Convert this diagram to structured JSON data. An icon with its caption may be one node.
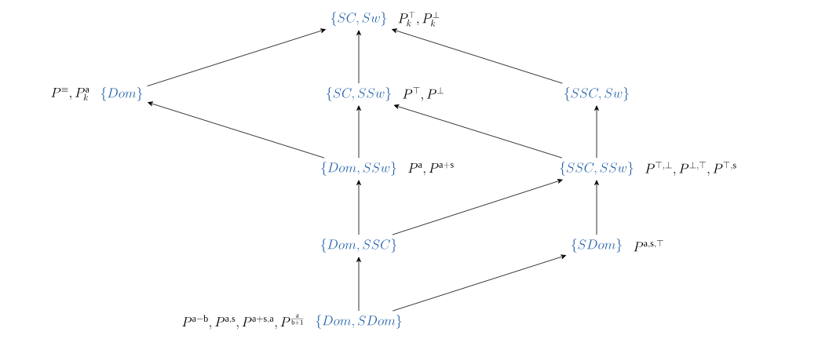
{
  "diagram": {
    "nodes": [
      {
        "text": [
          "\\{SC, Sw\\}"
        ],
        "beside": [
          "P_k^{\\top}, P_k^{\\bot}"
        ]
      },
      {
        "text": [
          "\\{Dom\\}"
        ],
        "beside": [
          "P^{\\equiv}, P_k^{\\mathrm{a}}"
        ]
      },
      {
        "text": [
          "\\{SC, SSw\\}"
        ],
        "beside": [
          "P^{\\top}, P^{\\bot}"
        ]
      },
      {
        "text": [
          "\\{SSC, Sw\\}"
        ]
      },
      {
        "text": [
          "\\{Dom, SSw\\}"
        ],
        "beside": [
          "P^{\\mathrm{a}}, P^{\\mathrm{a+s}}"
        ]
      },
      {
        "text": [
          "\\{SSC, SSw\\}"
        ],
        "beside": [
          "P^{\\top,\\bot}, P^{\\bot,\\top}, P^{\\top,\\mathrm{s}}"
        ]
      },
      {
        "text": [
          "\\{Dom, SSC\\}"
        ]
      },
      {
        "text": [
          "\\{SDom\\}"
        ],
        "beside": [
          "P^{\\mathrm{a,s},\\top}"
        ]
      },
      {
        "text": [
          "\\{Dom, SDom\\}"
        ],
        "beside": [
          "P^{\\mathrm{a-b}}, P^{\\mathrm{a,s}}, P^{\\mathrm{a+s,a}}, P^{\\frac{\\mathrm{a}}{\\mathrm{b+1}}}"
        ]
      }
    ],
    "edges": [
      {
        "from": 1,
        "to": 0,
        "arrow": "to"
      },
      {
        "from": 2,
        "to": 0,
        "arrow": "to"
      },
      {
        "from": 3,
        "to": 0,
        "arrow": "to"
      },
      {
        "from": 4,
        "to": 1,
        "arrow": "to"
      },
      {
        "from": 4,
        "to": 2,
        "arrow": "to"
      },
      {
        "from": 5,
        "to": 2,
        "arrow": "to"
      },
      {
        "from": 5,
        "to": 3,
        "arrow": "to"
      },
      {
        "from": 6,
        "to": 4,
        "arrow": "to"
      },
      {
        "from": 6,
        "to": 5,
        "arrow": "to"
      },
      {
        "from": 7,
        "to": 5,
        "arrow": "to"
      },
      {
        "from": 8,
        "to": 6,
        "arrow": "to"
      },
      {
        "from": 8,
        "to": 7,
        "arrow": "to"
      }
    ]
  }
}
